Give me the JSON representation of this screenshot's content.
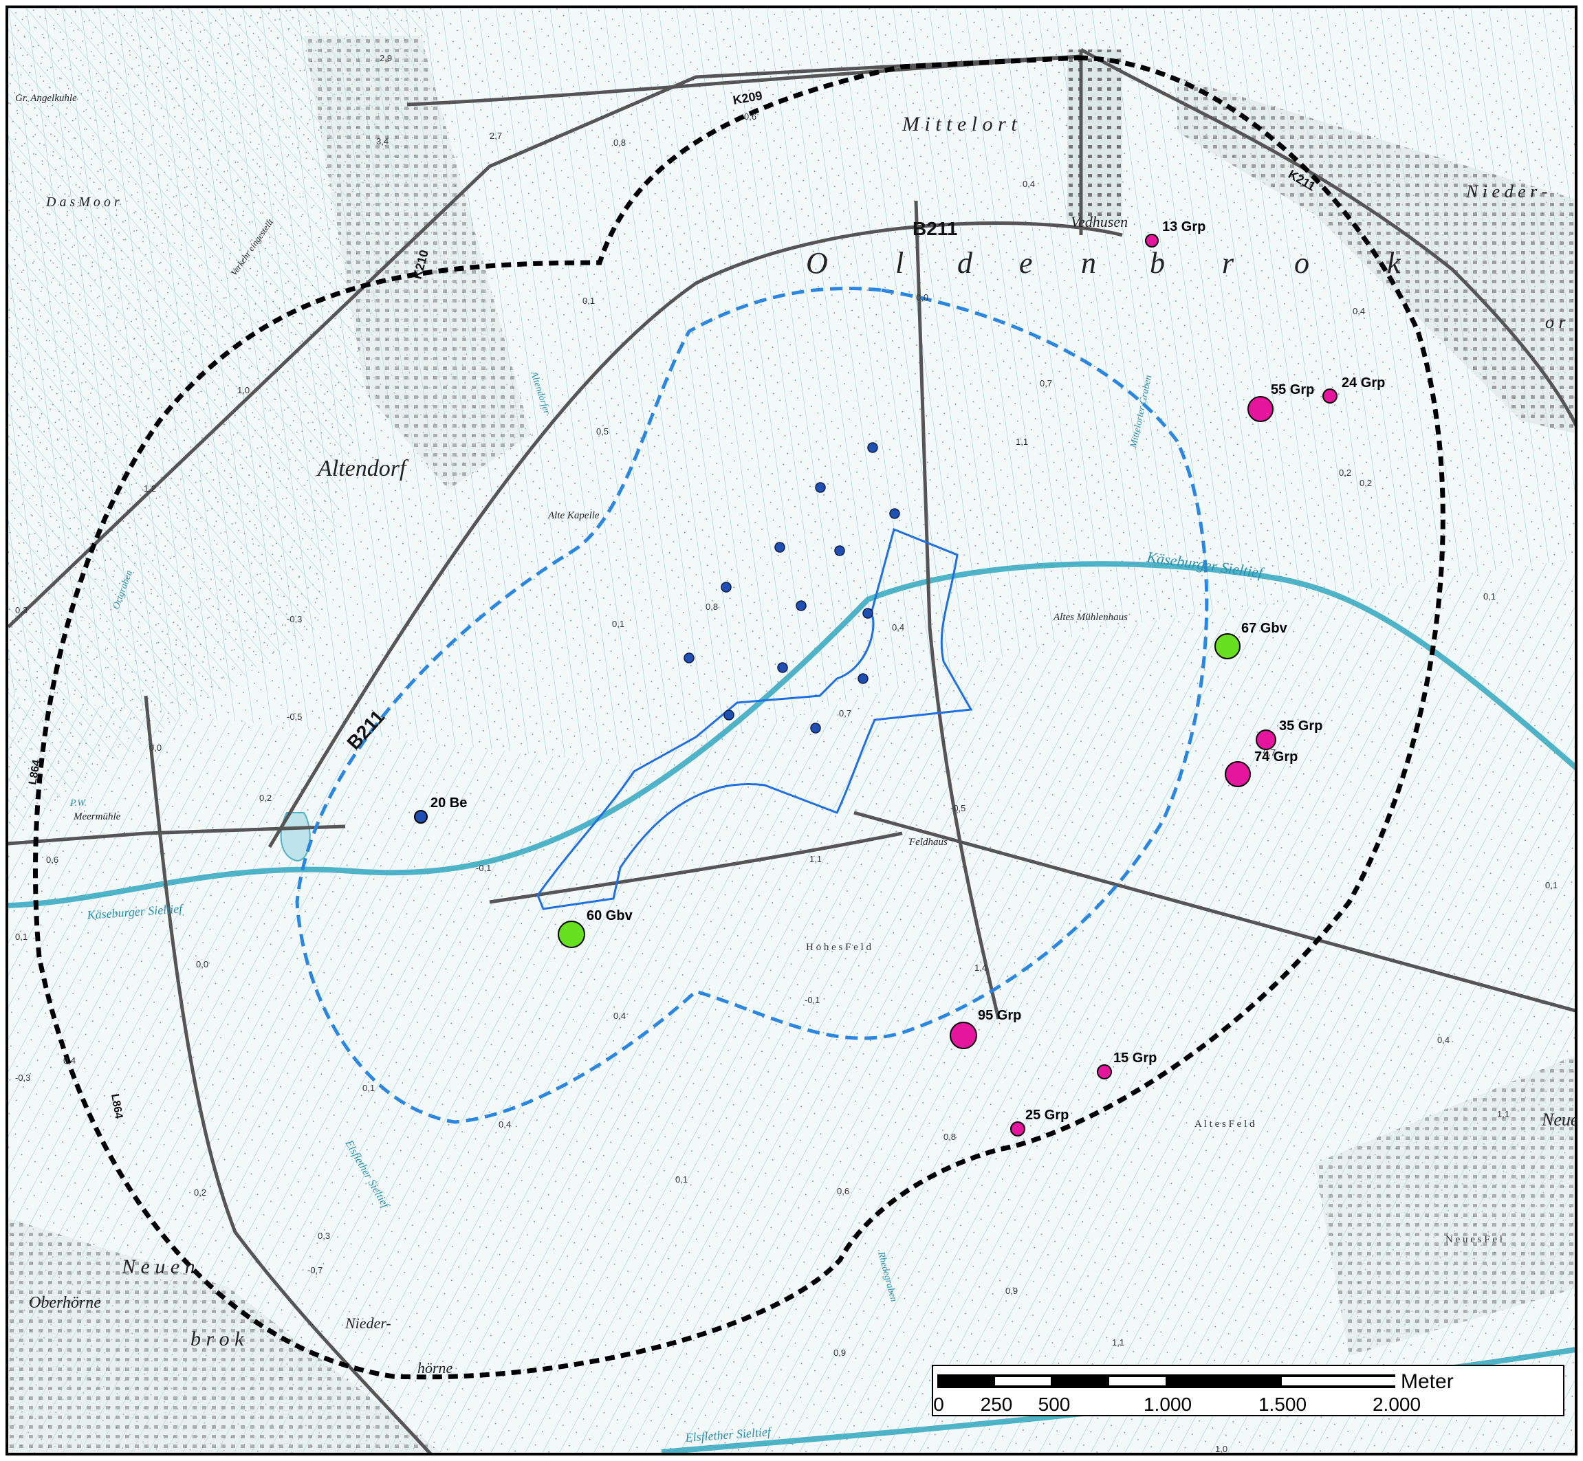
{
  "map": {
    "places": {
      "oldenbrok": [
        "O",
        "l",
        "d",
        "e",
        "n",
        "b",
        "r",
        "o",
        "k"
      ],
      "mittelort": "M i t t e l o r t",
      "nieder": "N i e d e r -",
      "orr": "o r",
      "altendorf": "Altendorf",
      "das_moor": "D a s   M o o r",
      "gr_angelkuhle": "Gr. Angelkuhle",
      "vedhusen": "Vedhusen",
      "alte_kapelle": "Alte Kapelle",
      "altes_muhlenhaus": "Altes Mühlenhaus",
      "feldhaus": "Feldhaus",
      "hohes_feld": "H o h e s   F e l d",
      "altes_feld": "A l t e s   F e l d",
      "neues_feld": "N e u e s     F e l",
      "neuen": "N e u e n",
      "oberhorne": "Oberhörne",
      "nieder_horne_1": "Nieder-",
      "nieder_horne_2": "hörne",
      "brok": "b r o k",
      "neue": "Neue",
      "meermuhle": "Meermühle",
      "verkehr": "Verkehr eingestellt"
    },
    "roads": {
      "b211_north": "B211",
      "b211_west": "B211",
      "k209": "K209",
      "k210": "K210",
      "k211": "K211",
      "l864_west": "L864",
      "l864_south": "L864"
    },
    "waters": {
      "kaseburger_east": "Käseburger Sieltief",
      "kaseburger_west": "Käseburger Sieltief",
      "elsflether_1": "Elsflether Sieltief",
      "elsflether_2": "Elsflether Sieltief",
      "mittelorter_graben": "Mittelorter Graben",
      "altendorfer": "Altendorfer",
      "ortgraben": "Ortgraben",
      "rhedgraben": "Rhedegraben",
      "pw": "P.W."
    },
    "elevations": [
      "0,6",
      "0,8",
      "2,7",
      "0,4",
      "0,1",
      "0,0",
      "0,7",
      "1,1",
      "0,2",
      "0,5",
      "0,8",
      "0,1",
      "0,4",
      "0,7",
      "-0,5",
      "1,1",
      "-0,1",
      "0,0",
      "0,4",
      "-0,1",
      "0,1",
      "0,4",
      "0,1",
      "0,6",
      "0,9",
      "0,9",
      "1,1",
      "1,0",
      "1,4",
      "0,8",
      "0,2",
      "-0,7",
      "0,3",
      "0,4",
      "1,0",
      "1,2",
      "-0,3",
      "-0,5",
      "0,0",
      "0,6",
      "0,2",
      "2,9",
      "3,4",
      "0,3",
      "0,1",
      "-0,3",
      "0,4",
      "0,2",
      "0,7",
      "0,1",
      "0,1",
      "1,1",
      "0,4"
    ],
    "points": [
      {
        "label": "13 Grp",
        "category": "Grp",
        "color": "#e6159e"
      },
      {
        "label": "55 Grp",
        "category": "Grp",
        "color": "#e6159e"
      },
      {
        "label": "24 Grp",
        "category": "Grp",
        "color": "#e6159e"
      },
      {
        "label": "67 Gbv",
        "category": "Gbv",
        "color": "#66e01f"
      },
      {
        "label": "35 Grp",
        "category": "Grp",
        "color": "#e6159e"
      },
      {
        "label": "74 Grp",
        "category": "Grp",
        "color": "#e6159e"
      },
      {
        "label": "20 Be",
        "category": "Be",
        "color": "#1f4fb3"
      },
      {
        "label": "60 Gbv",
        "category": "Gbv",
        "color": "#66e01f"
      },
      {
        "label": "95 Grp",
        "category": "Grp",
        "color": "#e6159e"
      },
      {
        "label": "15 Grp",
        "category": "Grp",
        "color": "#e6159e"
      },
      {
        "label": "25 Grp",
        "category": "Grp",
        "color": "#e6159e"
      }
    ],
    "colors": {
      "outer_radius": "#000000",
      "inner_radius": "#2b86e0",
      "project_area": "#1f6fe0",
      "turbine": "#1f4fb3",
      "water": "#4fb3c8",
      "road": "#555555"
    }
  },
  "scale_bar": {
    "unit": "Meter",
    "ticks": [
      "0",
      "250",
      "500",
      "1.000",
      "1.500",
      "2.000"
    ]
  }
}
